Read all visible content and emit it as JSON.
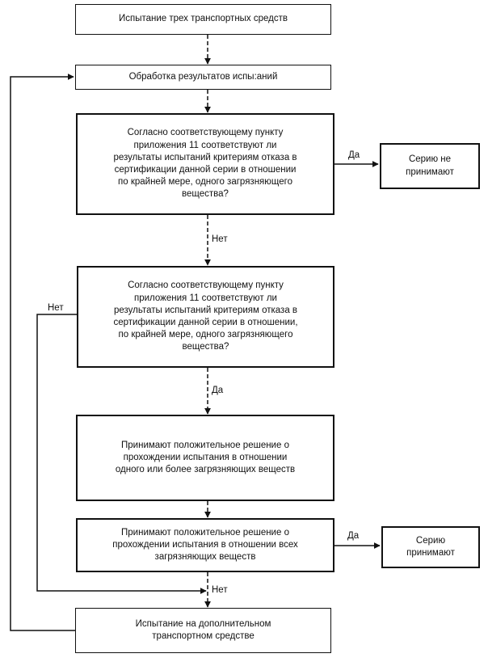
{
  "nodes": {
    "test_three": "Испытание трех транспортных средств",
    "processing": "Обработка результатов испы:аний",
    "question_1": "Согласно соответствующему пункту приложения 11 соответствуют ли результаты испытаний критериям отказа в сертификации данной серии в отношении по крайней мере, одного загрязняющего вещества?",
    "reject_series": "Серию не принимают",
    "question_2": "Согласно соответствующему пункту приложения 11 соответствуют ли результаты испытаний критериям отказа в сертификации данной серии в отношении, по крайней мере, одного загрязняющего вещества?",
    "positive_some": "Принимают положительное решение о прохождении испытания в отношении одного или более загрязняющих веществ",
    "positive_all": "Принимают положительное решение о прохождении испытания в отношении всех загрязняющих веществ",
    "accept_series": "Серию принимают",
    "additional_vehicle": "Испытание на дополнительном транспортном средстве"
  },
  "edge_labels": {
    "q1_yes": "Да",
    "q1_no": "Нет",
    "q2_yes": "Да",
    "q2_no": "Нет",
    "all_yes": "Да",
    "all_no": "Нет"
  }
}
